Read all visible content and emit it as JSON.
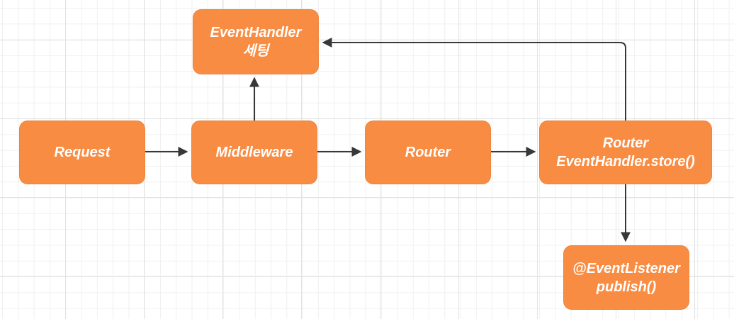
{
  "diagram": {
    "colors": {
      "node_fill": "#F98C43",
      "node_text": "#FFFFFF",
      "arrow": "#383838",
      "grid_minor": "#F0F0F0",
      "grid_major": "#E2E2E2",
      "background": "#FFFFFF"
    },
    "nodes": {
      "request": {
        "line1": "Request"
      },
      "middleware": {
        "line1": "Middleware"
      },
      "router": {
        "line1": "Router"
      },
      "router_store": {
        "line1": "Router",
        "line2": "EventHandler.store()"
      },
      "eventhandler_setting": {
        "line1": "EventHandler",
        "line2": "세팅"
      },
      "eventlistener_publish": {
        "line1": "@EventListener",
        "line2": "publish()"
      }
    },
    "edges": [
      {
        "from": "request",
        "to": "middleware"
      },
      {
        "from": "middleware",
        "to": "router"
      },
      {
        "from": "router",
        "to": "router_store"
      },
      {
        "from": "middleware",
        "to": "eventhandler_setting"
      },
      {
        "from": "router_store",
        "to": "eventhandler_setting"
      },
      {
        "from": "router_store",
        "to": "eventlistener_publish"
      }
    ]
  }
}
